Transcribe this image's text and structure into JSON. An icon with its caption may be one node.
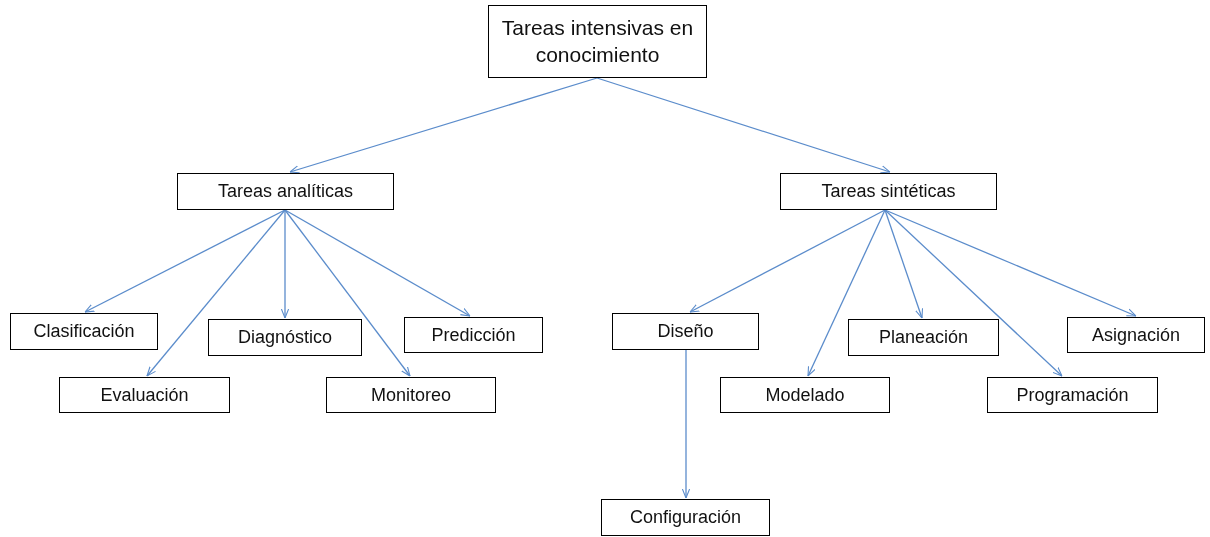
{
  "diagram": {
    "nodes": [
      {
        "text": [
          "Tareas intensivas en conocimiento"
        ]
      },
      {
        "text": [
          "Tareas analíticas"
        ]
      },
      {
        "text": [
          "Tareas sintéticas"
        ]
      },
      {
        "text": [
          "Clasificación"
        ]
      },
      {
        "text": [
          "Evaluación"
        ]
      },
      {
        "text": [
          "Diagnóstico"
        ]
      },
      {
        "text": [
          "Monitoreo"
        ]
      },
      {
        "text": [
          "Predicción"
        ]
      },
      {
        "text": [
          "Diseño"
        ]
      },
      {
        "text": [
          "Modelado"
        ]
      },
      {
        "text": [
          "Planeación"
        ]
      },
      {
        "text": [
          "Programación"
        ]
      },
      {
        "text": [
          "Asignación"
        ]
      },
      {
        "text": [
          "Configuración"
        ]
      }
    ],
    "edges": [
      {
        "from": 0,
        "to": 1,
        "arrow": "to"
      },
      {
        "from": 0,
        "to": 2,
        "arrow": "to"
      },
      {
        "from": 1,
        "to": 3,
        "arrow": "to"
      },
      {
        "from": 1,
        "to": 4,
        "arrow": "to"
      },
      {
        "from": 1,
        "to": 5,
        "arrow": "to"
      },
      {
        "from": 1,
        "to": 6,
        "arrow": "to"
      },
      {
        "from": 1,
        "to": 7,
        "arrow": "to"
      },
      {
        "from": 2,
        "to": 8,
        "arrow": "to"
      },
      {
        "from": 2,
        "to": 9,
        "arrow": "to"
      },
      {
        "from": 2,
        "to": 10,
        "arrow": "to"
      },
      {
        "from": 2,
        "to": 11,
        "arrow": "to"
      },
      {
        "from": 2,
        "to": 12,
        "arrow": "to"
      },
      {
        "from": 8,
        "to": 13,
        "arrow": "to"
      }
    ]
  }
}
